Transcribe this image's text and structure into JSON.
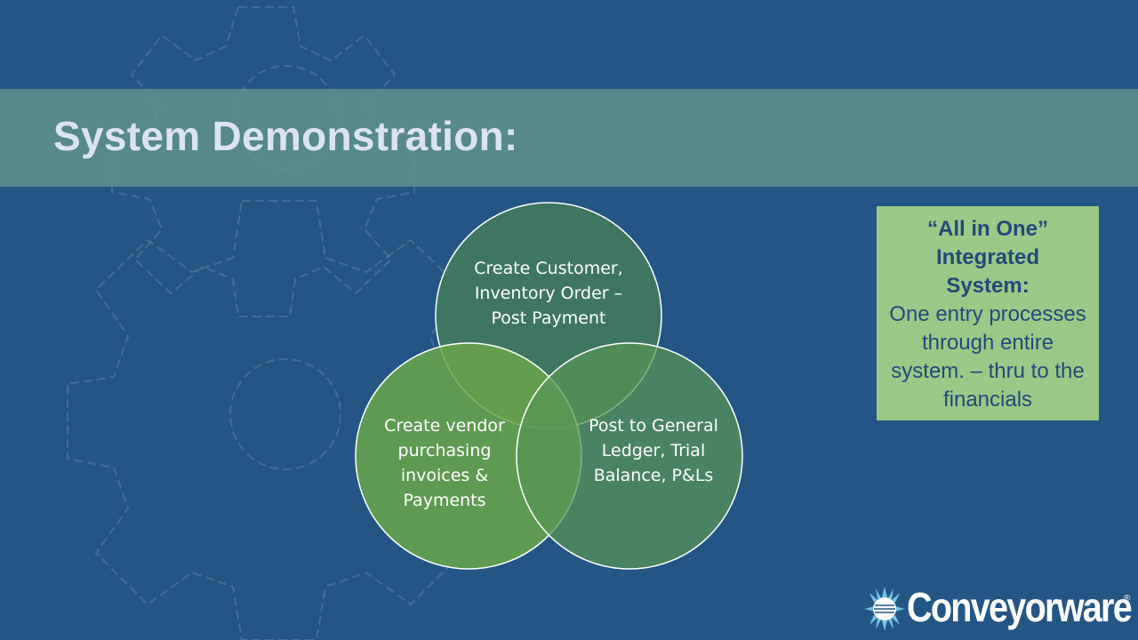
{
  "slide": {
    "title": "System Demonstration:"
  },
  "diagram": {
    "circles": [
      {
        "id": "customer",
        "label": "Create Customer, Inventory Order – Post Payment"
      },
      {
        "id": "vendor",
        "label": "Create vendor purchasing invoices & Payments"
      },
      {
        "id": "ledger",
        "label": "Post to General Ledger, Trial Balance, P&Ls"
      }
    ]
  },
  "callout": {
    "heading": "“All in One” Integrated System:",
    "body": "One entry processes through entire system. – thru to the financials"
  },
  "brand": {
    "name": "Conveyorware",
    "registered": "®"
  },
  "colors": {
    "background": "#245685",
    "title_band": "#62948e",
    "title_text": "#dbe3f1",
    "circle_top": "#437a5e",
    "circle_left": "#6aa64a",
    "circle_right": "#579454",
    "callout_bg": "#9bc887",
    "callout_text": "#24497a"
  }
}
